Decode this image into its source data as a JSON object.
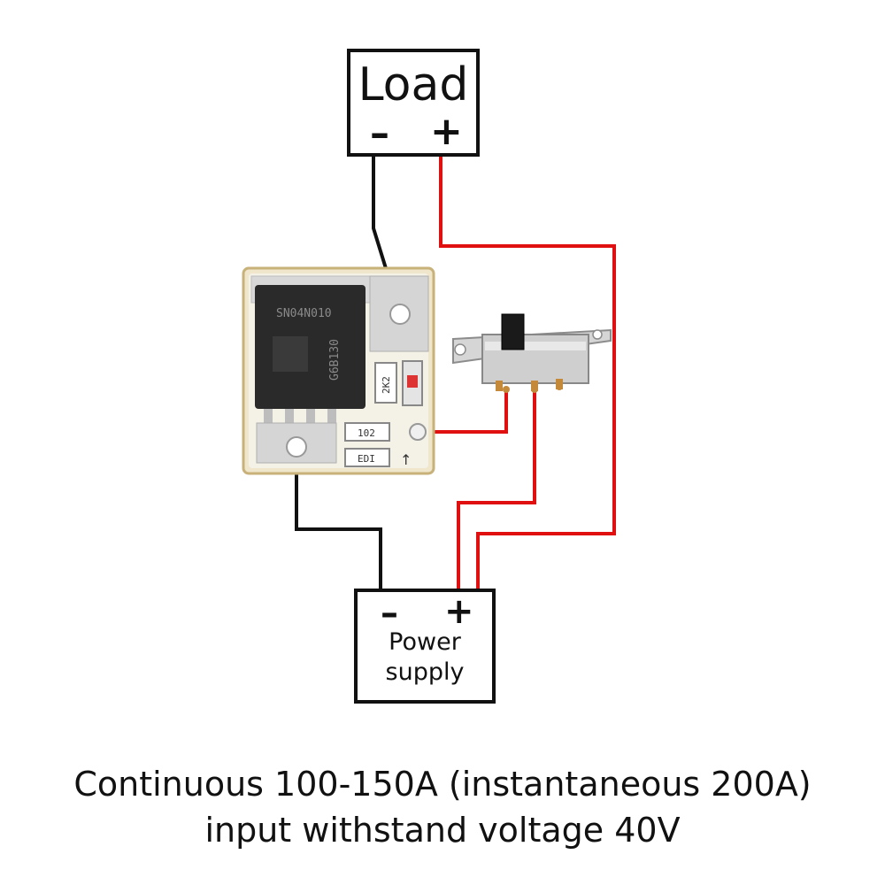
{
  "load": {
    "title": "Load",
    "minus": "–",
    "plus": "+"
  },
  "power_supply": {
    "minus": "–",
    "plus": "+",
    "line1": "Power",
    "line2": "supply"
  },
  "module": {
    "mosfet_marking_1": "SN04N010",
    "mosfet_marking_2": "G6B130",
    "resistor_1": "2K2",
    "resistor_2": "102",
    "resistor_3": "EDI"
  },
  "caption": {
    "line1": "Continuous 100-150A (instantaneous 200A)",
    "line2": "input withstand voltage 40V"
  },
  "colors": {
    "negative_wire": "#111111",
    "positive_wire": "#e01010",
    "pcb": "#f4f1e6",
    "mosfet": "#2a2a2a"
  }
}
